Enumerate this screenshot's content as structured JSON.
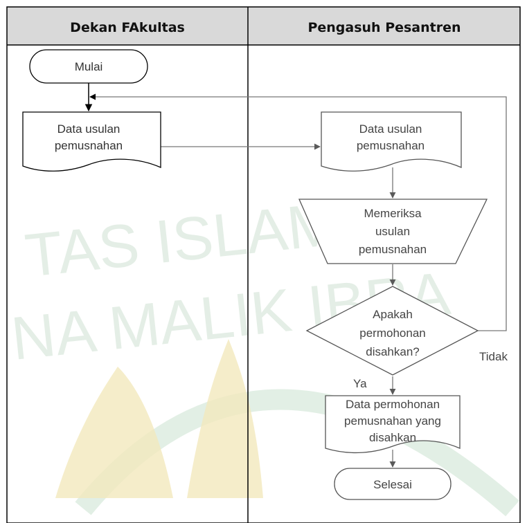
{
  "lanes": [
    {
      "title": "Dekan FAkultas"
    },
    {
      "title": "Pengasuh Pesantren"
    }
  ],
  "watermark": {
    "line1": "TAS ISLAM",
    "line2": "NA MALIK IBRA",
    "colors": {
      "text": "#e4eee6",
      "emblem_green": "#d8e9dc",
      "emblem_gold": "#f3e9bd"
    }
  },
  "nodes": {
    "start": {
      "lines": [
        "Mulai"
      ]
    },
    "doc_dekan": {
      "lines": [
        "Data usulan",
        "pemusnahan"
      ]
    },
    "doc_pengasuh": {
      "lines": [
        "Data usulan",
        "pemusnahan"
      ]
    },
    "check": {
      "lines": [
        "Memeriksa",
        "usulan",
        "pemusnahan"
      ]
    },
    "decision": {
      "lines": [
        "Apakah",
        "permohonan",
        "disahkan?"
      ]
    },
    "doc_approved": {
      "lines": [
        "Data permohonan",
        "pemusnahan yang",
        "disahkan"
      ]
    },
    "end": {
      "lines": [
        "Selesai"
      ]
    }
  },
  "edge_labels": {
    "no": "Tidak",
    "yes": "Ya"
  },
  "colors": {
    "border": "#000000",
    "shape": "#555555",
    "arrow": "#666666",
    "header_bg": "#d9d9d9"
  }
}
